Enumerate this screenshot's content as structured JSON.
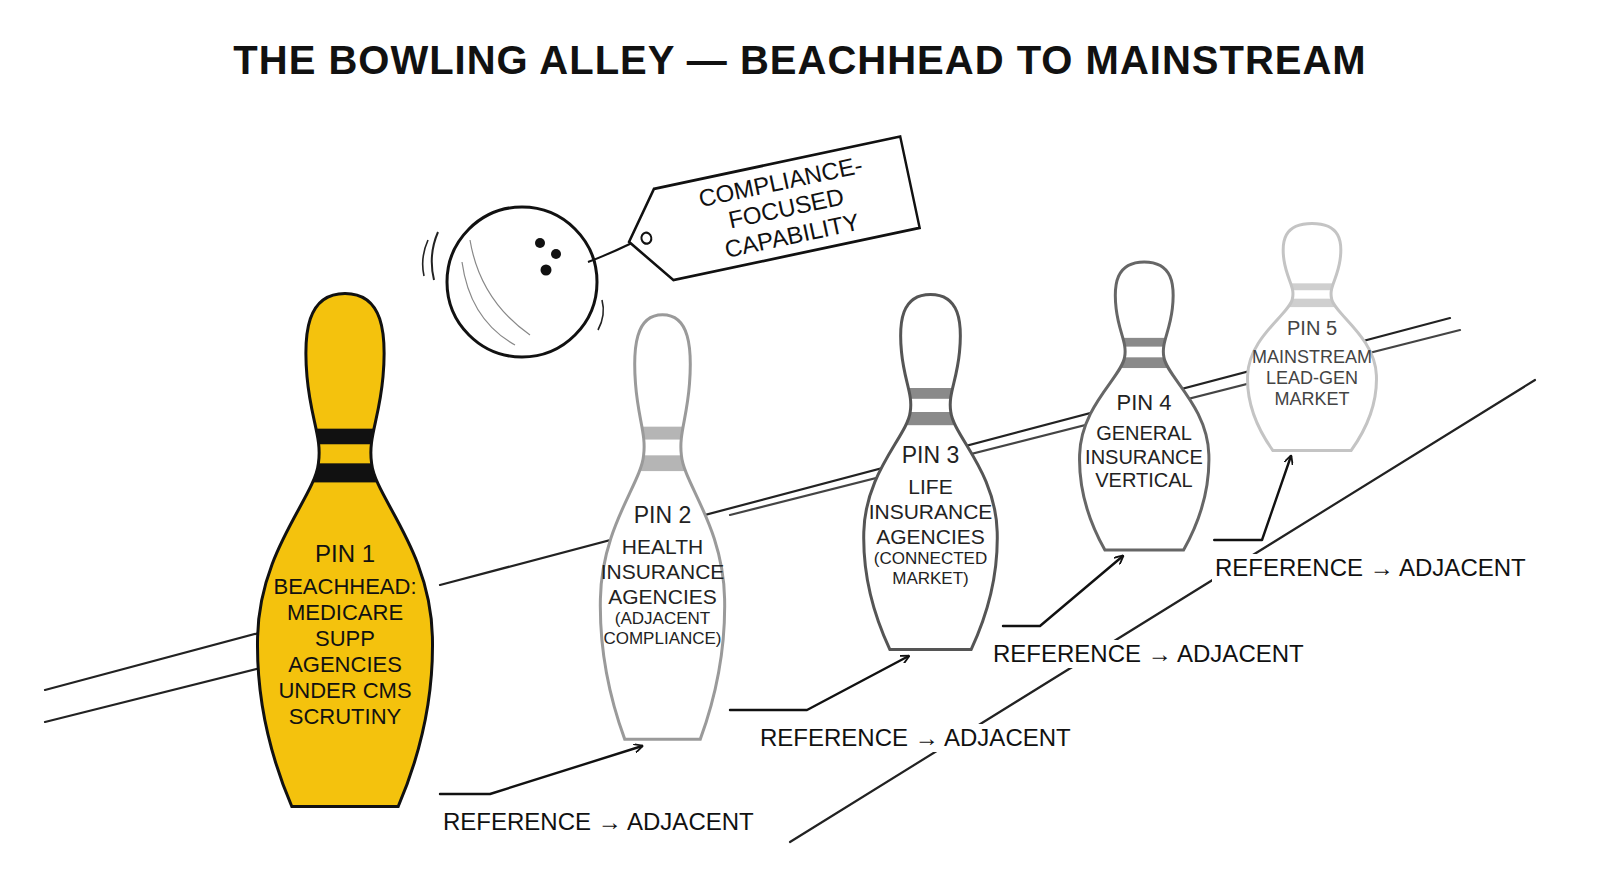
{
  "diagram": {
    "title": "THE BOWLING ALLEY — BEACHHEAD TO MAINSTREAM",
    "nodes": [
      {
        "text": [
          "PIN 1",
          "BEACHHEAD: MEDICARE SUPP AGENCIES UNDER CMS SCRUTINY"
        ]
      },
      {
        "text": [
          "PIN 2",
          "HEALTH INSURANCE AGENCIES",
          "(ADJACENT COMPLIANCE)"
        ]
      },
      {
        "text": [
          "PIN 3",
          "LIFE INSURANCE AGENCIES",
          "(CONNECTED MARKET)"
        ]
      },
      {
        "text": [
          "PIN 4",
          "GENERAL INSURANCE VERTICAL"
        ]
      },
      {
        "text": [
          "PIN 5",
          "MAINSTREAM LEAD-GEN MARKET"
        ]
      },
      {
        "text": [
          "COMPLIANCE-FOCUSED CAPABILITY"
        ]
      }
    ],
    "edges": [
      {
        "from": 0,
        "to": 1,
        "label": "REFERENCE → ADJACENT",
        "arrow": "to"
      },
      {
        "from": 1,
        "to": 2,
        "label": "REFERENCE → ADJACENT",
        "arrow": "to"
      },
      {
        "from": 2,
        "to": 3,
        "label": "REFERENCE → ADJACENT",
        "arrow": "to"
      },
      {
        "from": 3,
        "to": 4,
        "label": "REFERENCE → ADJACENT",
        "arrow": "to"
      }
    ]
  }
}
